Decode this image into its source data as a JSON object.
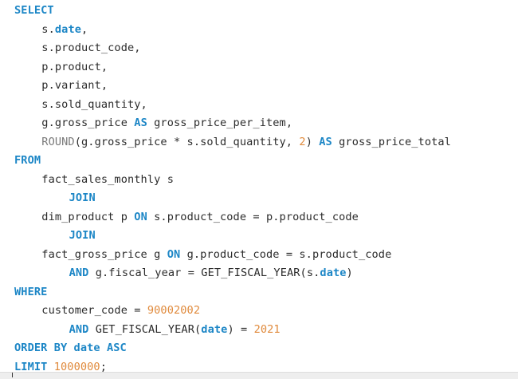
{
  "editor": {
    "language": "sql",
    "colors": {
      "keyword": "#1c86c6",
      "function": "#7a7a7a",
      "number": "#e08a3c",
      "identifier": "#2b2b2b",
      "background": "#ffffff"
    },
    "lines": [
      {
        "indent": 0,
        "tokens": [
          {
            "t": "kw",
            "v": "SELECT"
          }
        ]
      },
      {
        "indent": 1,
        "tokens": [
          {
            "t": "id",
            "v": "s."
          },
          {
            "t": "bi",
            "v": "date"
          },
          {
            "t": "id",
            "v": ","
          }
        ]
      },
      {
        "indent": 1,
        "tokens": [
          {
            "t": "id",
            "v": "s.product_code,"
          }
        ]
      },
      {
        "indent": 1,
        "tokens": [
          {
            "t": "id",
            "v": "p.product,"
          }
        ]
      },
      {
        "indent": 1,
        "tokens": [
          {
            "t": "id",
            "v": "p.variant,"
          }
        ]
      },
      {
        "indent": 1,
        "tokens": [
          {
            "t": "id",
            "v": "s.sold_quantity,"
          }
        ]
      },
      {
        "indent": 1,
        "tokens": [
          {
            "t": "id",
            "v": "g.gross_price "
          },
          {
            "t": "kw",
            "v": "AS"
          },
          {
            "t": "id",
            "v": " gross_price_per_item,"
          }
        ]
      },
      {
        "indent": 1,
        "tokens": [
          {
            "t": "fn",
            "v": "ROUND"
          },
          {
            "t": "id",
            "v": "(g.gross_price * s.sold_quantity, "
          },
          {
            "t": "num",
            "v": "2"
          },
          {
            "t": "id",
            "v": ") "
          },
          {
            "t": "kw",
            "v": "AS"
          },
          {
            "t": "id",
            "v": " gross_price_total"
          }
        ]
      },
      {
        "indent": 0,
        "tokens": [
          {
            "t": "kw",
            "v": "FROM"
          }
        ]
      },
      {
        "indent": 1,
        "tokens": [
          {
            "t": "id",
            "v": "fact_sales_monthly s"
          }
        ]
      },
      {
        "indent": 2,
        "tokens": [
          {
            "t": "kw",
            "v": "JOIN"
          }
        ]
      },
      {
        "indent": 1,
        "tokens": [
          {
            "t": "id",
            "v": "dim_product p "
          },
          {
            "t": "kw",
            "v": "ON"
          },
          {
            "t": "id",
            "v": " s.product_code = p.product_code"
          }
        ]
      },
      {
        "indent": 2,
        "tokens": [
          {
            "t": "kw",
            "v": "JOIN"
          }
        ]
      },
      {
        "indent": 1,
        "tokens": [
          {
            "t": "id",
            "v": "fact_gross_price g "
          },
          {
            "t": "kw",
            "v": "ON"
          },
          {
            "t": "id",
            "v": " g.product_code = s.product_code"
          }
        ]
      },
      {
        "indent": 2,
        "tokens": [
          {
            "t": "kw",
            "v": "AND"
          },
          {
            "t": "id",
            "v": " g.fiscal_year = GET_FISCAL_YEAR(s."
          },
          {
            "t": "bi",
            "v": "date"
          },
          {
            "t": "id",
            "v": ")"
          }
        ]
      },
      {
        "indent": 0,
        "tokens": [
          {
            "t": "kw",
            "v": "WHERE"
          }
        ]
      },
      {
        "indent": 1,
        "tokens": [
          {
            "t": "id",
            "v": "customer_code = "
          },
          {
            "t": "num",
            "v": "90002002"
          }
        ]
      },
      {
        "indent": 2,
        "tokens": [
          {
            "t": "kw",
            "v": "AND"
          },
          {
            "t": "id",
            "v": " GET_FISCAL_YEAR("
          },
          {
            "t": "bi",
            "v": "date"
          },
          {
            "t": "id",
            "v": ") = "
          },
          {
            "t": "num",
            "v": "2021"
          }
        ]
      },
      {
        "indent": 0,
        "tokens": [
          {
            "t": "kw",
            "v": "ORDER BY date ASC"
          }
        ]
      },
      {
        "indent": 0,
        "tokens": [
          {
            "t": "kw",
            "v": "LIMIT"
          },
          {
            "t": "id",
            "v": " "
          },
          {
            "t": "num",
            "v": "1000000"
          },
          {
            "t": "id",
            "v": ";"
          }
        ]
      }
    ]
  }
}
